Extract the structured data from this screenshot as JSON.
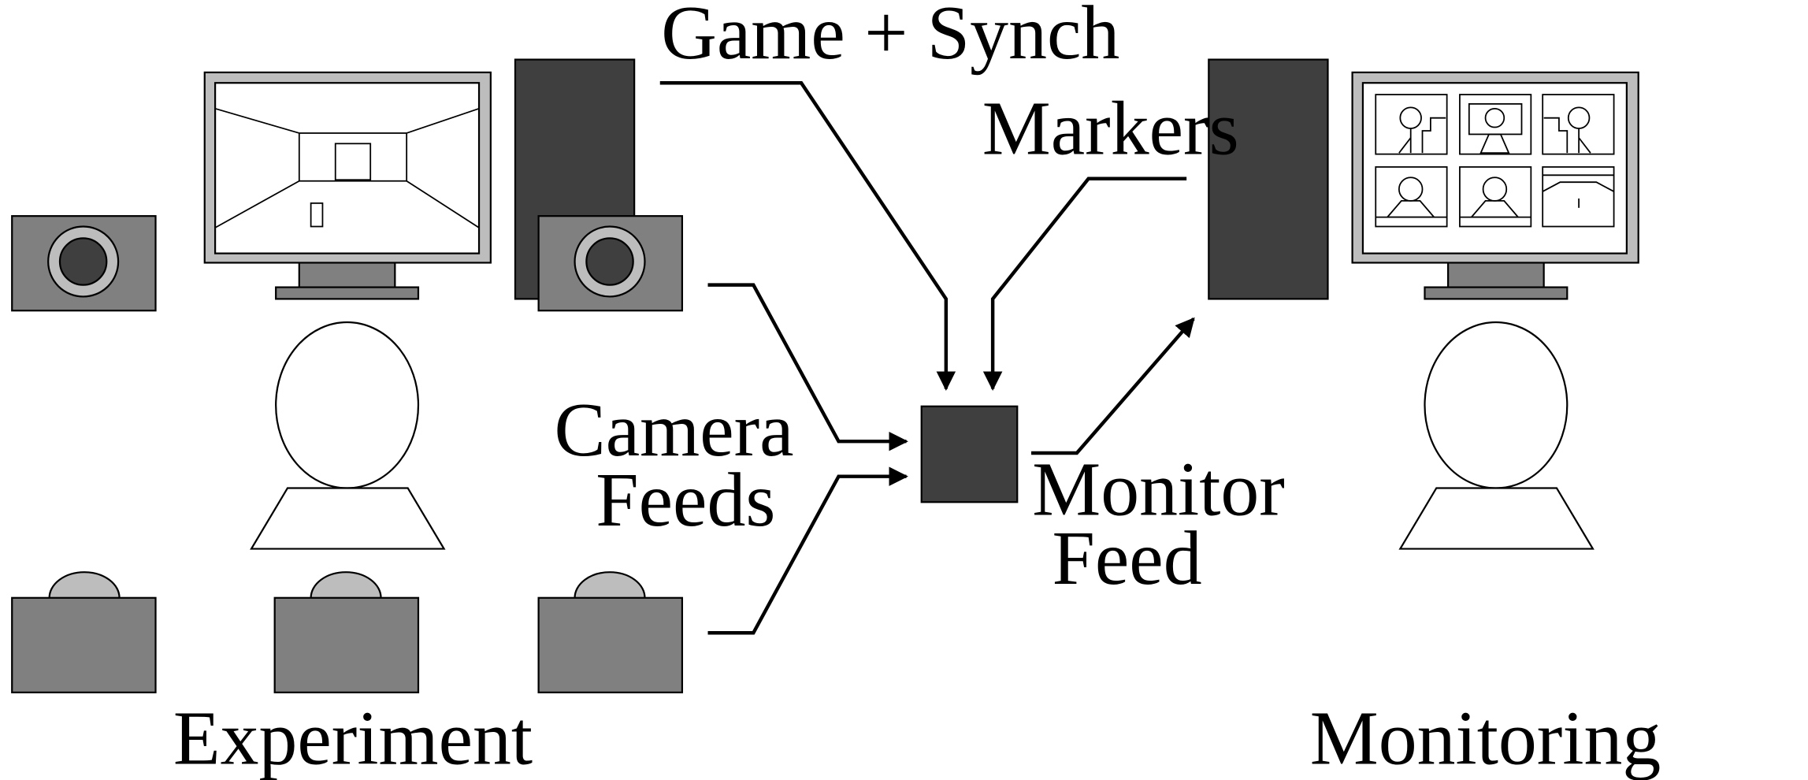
{
  "labels": {
    "game_synch": "Game + Synch",
    "markers": "Markers",
    "camera_feeds_line1": "Camera",
    "camera_feeds_line2": "Feeds",
    "monitor_feed_line1": "Monitor",
    "monitor_feed_line2": "Feed",
    "experiment": "Experiment",
    "monitoring": "Monitoring"
  },
  "colors": {
    "dark_box": "#3f3f3f",
    "camera_body": "#808080",
    "monitor_bezel": "#bdbdbd",
    "screen": "#ffffff",
    "stroke": "#000000"
  }
}
